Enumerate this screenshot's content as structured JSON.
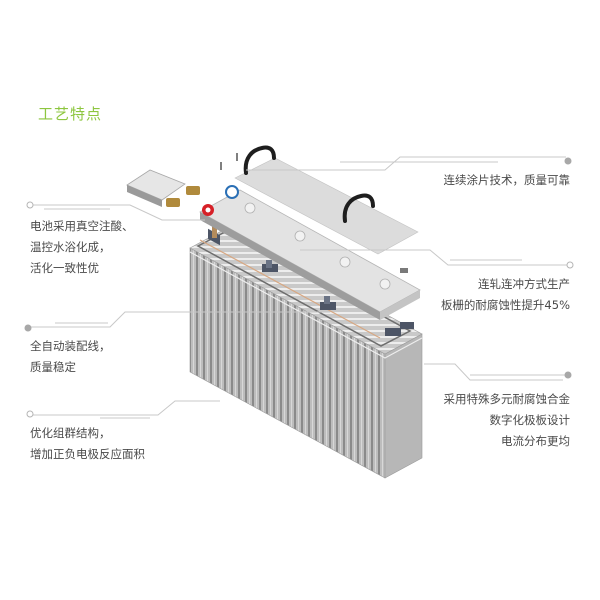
{
  "title": "工艺特点",
  "colors": {
    "title": "#8dc63f",
    "text": "#4a4a4a",
    "line": "#c8c8c8",
    "dot": "#9a9a9a",
    "battery_body": "#b9b9b9",
    "battery_ribs": "#8e8e8e",
    "lid": "#e6e6e6",
    "terminal_positive": "#d62027",
    "terminal_negative": "#2a6fb5",
    "brass": "#b08a3c",
    "handle": "#1e1e1e"
  },
  "features_left": [
    {
      "lines": [
        "电池采用真空注酸、",
        "温控水浴化成，",
        "活化一致性优"
      ]
    },
    {
      "lines": [
        "全自动装配线，",
        "质量稳定"
      ]
    },
    {
      "lines": [
        "优化组群结构，",
        "增加正负电极反应面积"
      ]
    }
  ],
  "features_right": [
    {
      "lines": [
        "连续涂片技术，质量可靠"
      ]
    },
    {
      "lines": [
        "连轧连冲方式生产",
        "板栅的耐腐蚀性提升45%"
      ]
    },
    {
      "lines": [
        "采用特殊多元耐腐蚀合金",
        "数字化极板设计",
        "电流分布更均"
      ]
    }
  ],
  "illustration": {
    "subject": "exploded-battery-diagram",
    "parts": [
      "terminal-cover",
      "brass-terminals",
      "positive-terminal",
      "negative-terminal",
      "lid",
      "handles",
      "cell-groups",
      "ribbed-container"
    ]
  }
}
